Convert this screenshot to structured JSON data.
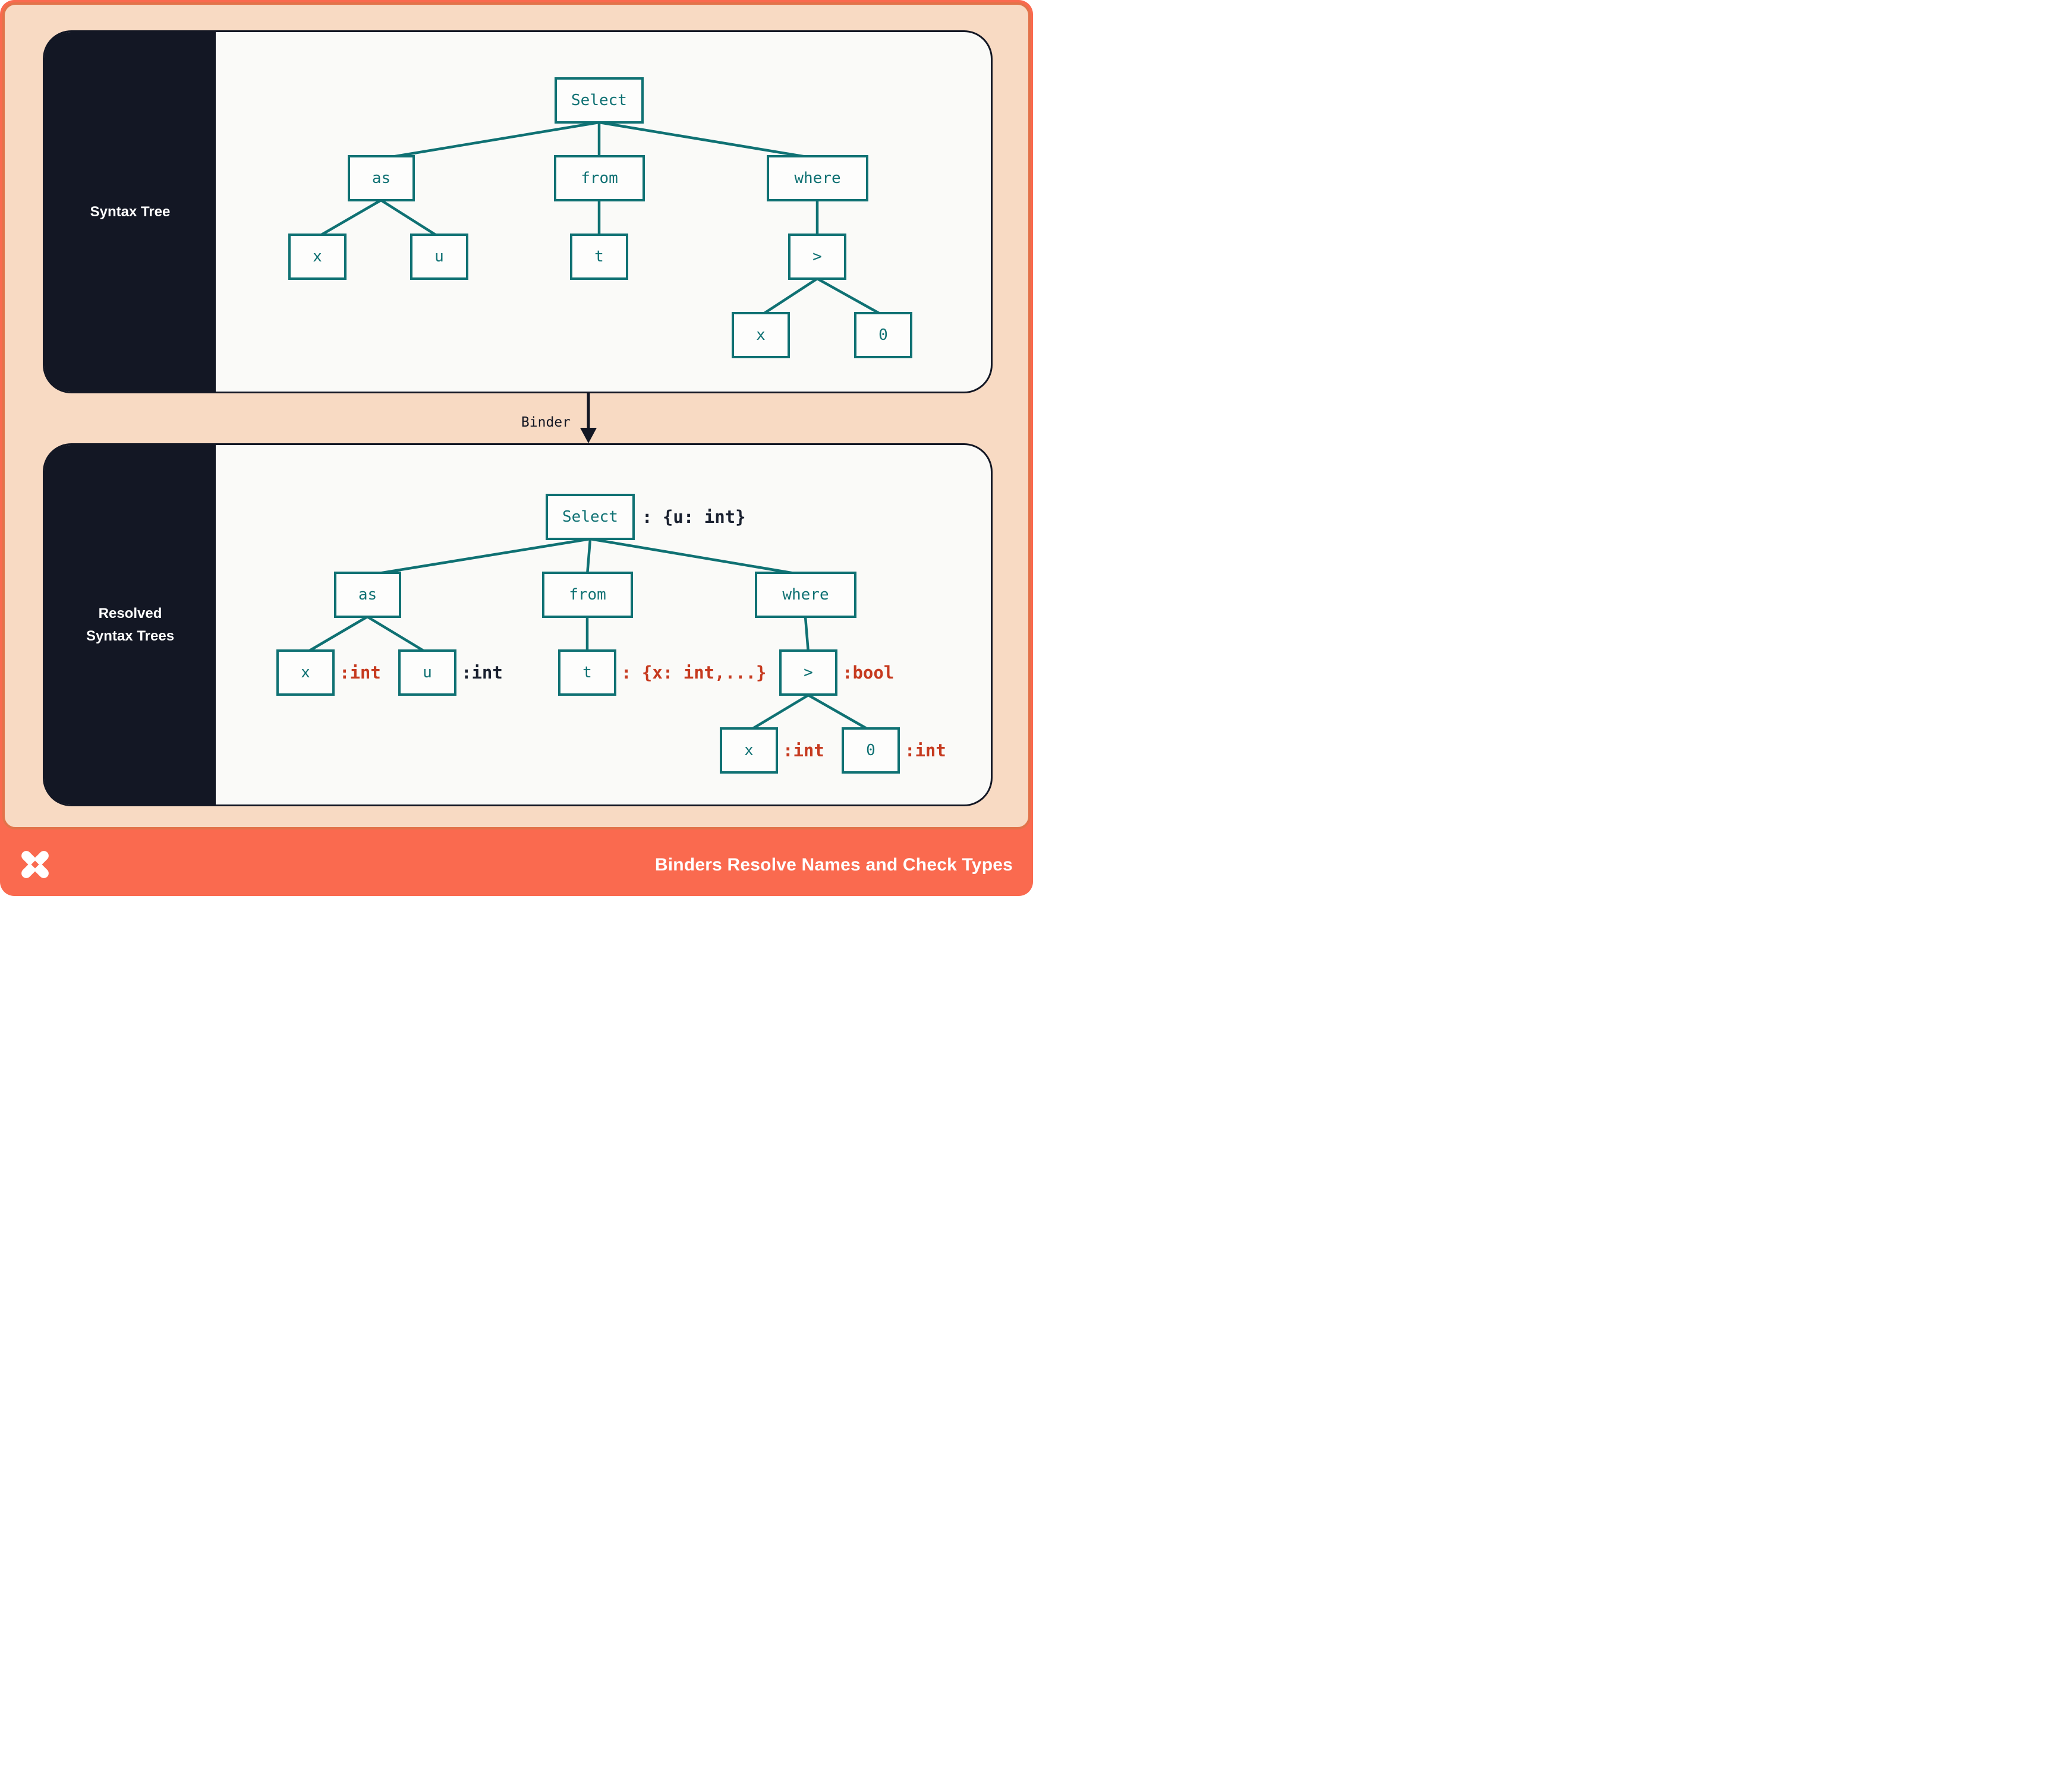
{
  "colors": {
    "coral": "#FA6A4F",
    "peach": "#F8DAC3",
    "peach_border": "#E2734A",
    "navy": "#131724",
    "panel_bg": "#FAFAF8",
    "node_bg": "#FDFDFC",
    "teal": "#0F7173",
    "type_red": "#C63A1F",
    "type_dark": "#1A2130"
  },
  "panels": {
    "syntax": {
      "label": "Syntax Tree"
    },
    "resolved": {
      "label_line1": "Resolved",
      "label_line2": "Syntax Trees"
    }
  },
  "binder": {
    "label": "Binder"
  },
  "footer": {
    "title": "Binders Resolve Names and Check Types",
    "logo": "x-star-logo"
  },
  "trees": {
    "syntax": {
      "select": {
        "label": "Select"
      },
      "as": {
        "label": "as"
      },
      "from": {
        "label": "from"
      },
      "where": {
        "label": "where"
      },
      "x": {
        "label": "x"
      },
      "u": {
        "label": "u"
      },
      "t": {
        "label": "t"
      },
      "gt": {
        "label": ">"
      },
      "x2": {
        "label": "x"
      },
      "zero": {
        "label": "0"
      }
    },
    "resolved": {
      "select": {
        "label": "Select",
        "type": ": {u: int}"
      },
      "as": {
        "label": "as"
      },
      "from": {
        "label": "from"
      },
      "where": {
        "label": "where"
      },
      "x": {
        "label": "x",
        "type": ":int"
      },
      "u": {
        "label": "u",
        "type": ":int"
      },
      "t": {
        "label": "t",
        "type": ": {x: int,...}"
      },
      "gt": {
        "label": ">",
        "type": ":bool"
      },
      "x2": {
        "label": "x",
        "type": ":int"
      },
      "zero": {
        "label": "0",
        "type": ":int"
      }
    }
  }
}
